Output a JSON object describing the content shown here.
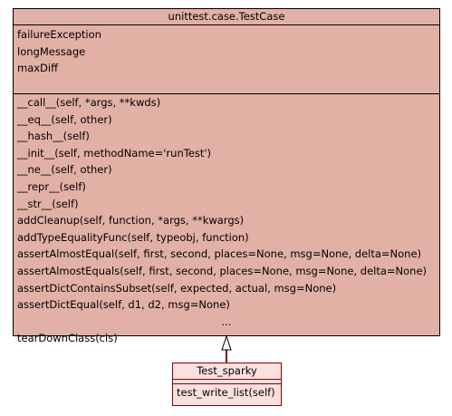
{
  "base_class": {
    "name": "unittest.case.TestCase",
    "attributes": [
      "failureException",
      "longMessage",
      "maxDiff"
    ],
    "methods": [
      "__call__(self, *args, **kwds)",
      "__eq__(self, other)",
      "__hash__(self)",
      "__init__(self, methodName='runTest')",
      "__ne__(self, other)",
      "__repr__(self)",
      "__str__(self)",
      "addCleanup(self, function, *args, **kwargs)",
      "addTypeEqualityFunc(self, typeobj, function)",
      "assertAlmostEqual(self, first, second, places=None, msg=None, delta=None)",
      "assertAlmostEquals(self, first, second, places=None, msg=None, delta=None)",
      "assertDictContainsSubset(self, expected, actual, msg=None)",
      "assertDictEqual(self, d1, d2, msg=None)"
    ],
    "ellipsis": "...",
    "last_method": "tearDownClass(cls)"
  },
  "derived_class": {
    "name": "Test_sparky",
    "methods": [
      "test_write_list(self)"
    ]
  },
  "colors": {
    "base_fill": "#e2b1a5",
    "derived_fill": "#fbe0e0",
    "derived_border": "#8b0000",
    "edge": "#8b0000"
  }
}
